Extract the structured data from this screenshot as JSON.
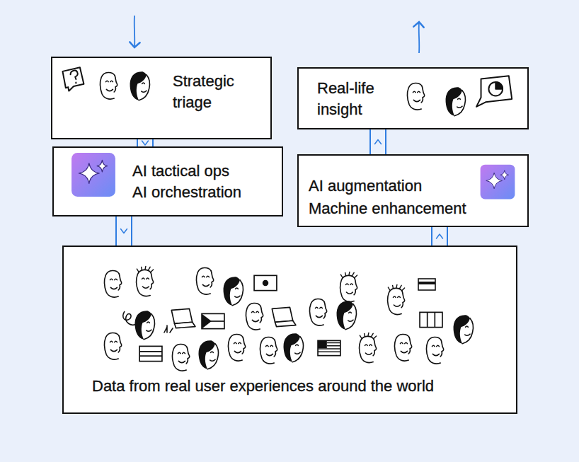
{
  "diagram": {
    "nodes": [
      {
        "text": [
          "Strategic triage"
        ]
      },
      {
        "text": [
          "Real-life insight"
        ]
      },
      {
        "text": [
          "AI tactical ops",
          "AI orchestration"
        ]
      },
      {
        "text": [
          "AI augmentation",
          "Machine enhancement"
        ]
      },
      {
        "text": [
          "Data from real user experiences around the world"
        ]
      }
    ],
    "edges": [
      {
        "from": 0,
        "to": 2,
        "arrow": "to"
      },
      {
        "from": 2,
        "to": 4,
        "arrow": "to"
      },
      {
        "from": 4,
        "to": 3,
        "arrow": "to"
      },
      {
        "from": 3,
        "to": 1,
        "arrow": "to"
      }
    ]
  }
}
